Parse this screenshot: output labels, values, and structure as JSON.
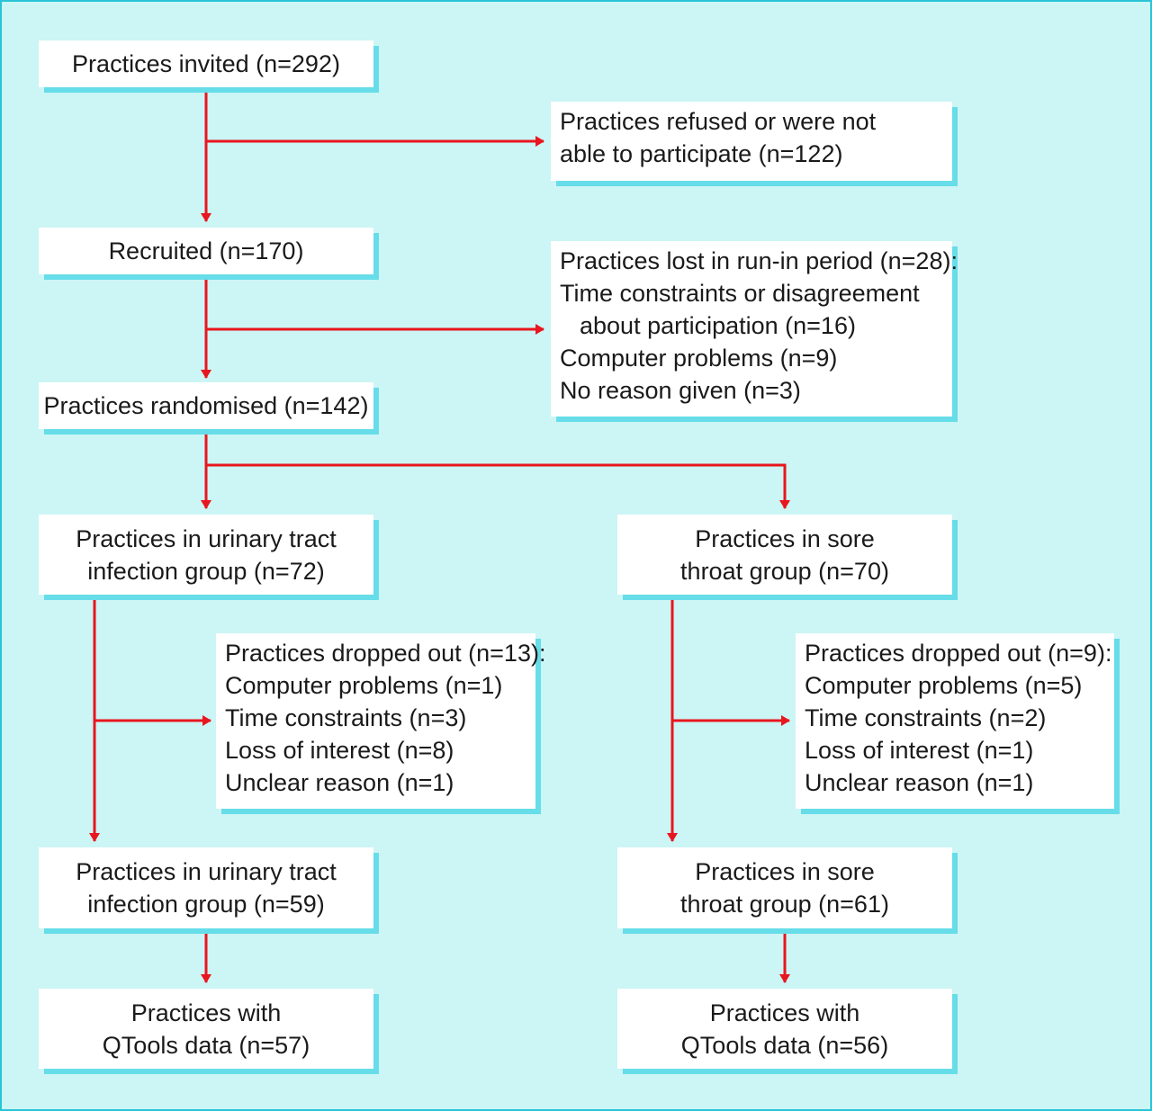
{
  "boxes": {
    "invited": [
      "Practices invited (n=292)"
    ],
    "refused": [
      "Practices refused or were not",
      "able to participate (n=122)"
    ],
    "recruited": [
      "Recruited (n=170)"
    ],
    "lost_runin": [
      "Practices lost in run-in period (n=28):",
      "Time constraints or disagreement",
      "about participation (n=16)",
      "Computer problems (n=9)",
      "No reason given (n=3)"
    ],
    "randomised": [
      "Practices randomised (n=142)"
    ],
    "uti_group": [
      "Practices in urinary tract",
      "infection group (n=72)"
    ],
    "sore_group": [
      "Practices in sore",
      "throat group (n=70)"
    ],
    "uti_dropped": [
      "Practices dropped out (n=13):",
      "Computer problems (n=1)",
      "Time constraints (n=3)",
      "Loss of interest (n=8)",
      "Unclear reason (n=1)"
    ],
    "sore_dropped": [
      "Practices dropped out (n=9):",
      "Computer problems (n=5)",
      "Time constraints (n=2)",
      "Loss of interest (n=1)",
      "Unclear reason (n=1)"
    ],
    "uti_final": [
      "Practices in urinary tract",
      "infection group (n=59)"
    ],
    "sore_final": [
      "Practices in sore",
      "throat group (n=61)"
    ],
    "uti_qtools": [
      "Practices with",
      "QTools data (n=57)"
    ],
    "sore_qtools": [
      "Practices with",
      "QTools data (n=56)"
    ]
  },
  "colors": {
    "background": "#ccf5f5",
    "border": "#29c4d6",
    "box_shadow": "#66dde8",
    "arrow": "#e8161e"
  }
}
